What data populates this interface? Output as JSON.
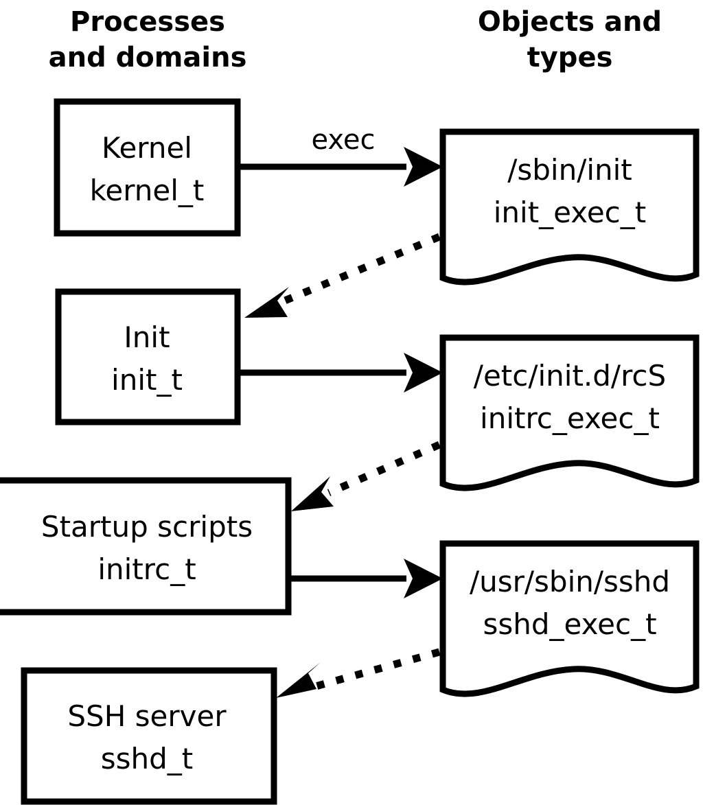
{
  "diagram": {
    "title_left": "Processes\nand domains",
    "columns": [
      {
        "id": "processes",
        "line1": "Processes",
        "line2": "and domains"
      },
      {
        "id": "objects",
        "line1": "Objects and",
        "line2": "types"
      }
    ],
    "process_nodes": [
      {
        "id": "kernel",
        "line1": "Kernel",
        "line2": "kernel_t"
      },
      {
        "id": "init",
        "line1": "Init",
        "line2": "init_t"
      },
      {
        "id": "initrc",
        "line1": "Startup scripts",
        "line2": "initrc_t"
      },
      {
        "id": "sshd",
        "line1": "SSH server",
        "line2": "sshd_t"
      }
    ],
    "object_nodes": [
      {
        "id": "init_exec",
        "line1": "/sbin/init",
        "line2": "init_exec_t"
      },
      {
        "id": "initrc_exec",
        "line1": "/etc/init.d/rcS",
        "line2": "initrc_exec_t"
      },
      {
        "id": "sshd_exec",
        "line1": "/usr/sbin/sshd",
        "line2": "sshd_exec_t"
      }
    ],
    "edges": [
      {
        "id": "kernel-exec-init",
        "label": "exec",
        "style": "solid",
        "from": "kernel",
        "to": "init_exec"
      },
      {
        "id": "init_exec-transition-init",
        "label": "",
        "style": "dotted",
        "from": "init_exec",
        "to": "init"
      },
      {
        "id": "init-exec-initrc",
        "label": "",
        "style": "solid",
        "from": "init",
        "to": "initrc_exec"
      },
      {
        "id": "initrc_exec-transition-initrc",
        "label": "",
        "style": "dotted",
        "from": "initrc_exec",
        "to": "initrc"
      },
      {
        "id": "initrc-exec-sshd",
        "label": "",
        "style": "solid",
        "from": "initrc",
        "to": "sshd_exec"
      },
      {
        "id": "sshd_exec-transition-sshd",
        "label": "",
        "style": "dotted",
        "from": "sshd_exec",
        "to": "sshd"
      }
    ],
    "colors": {
      "background": "#ffffff",
      "stroke": "#000000",
      "text": "#000000"
    }
  }
}
